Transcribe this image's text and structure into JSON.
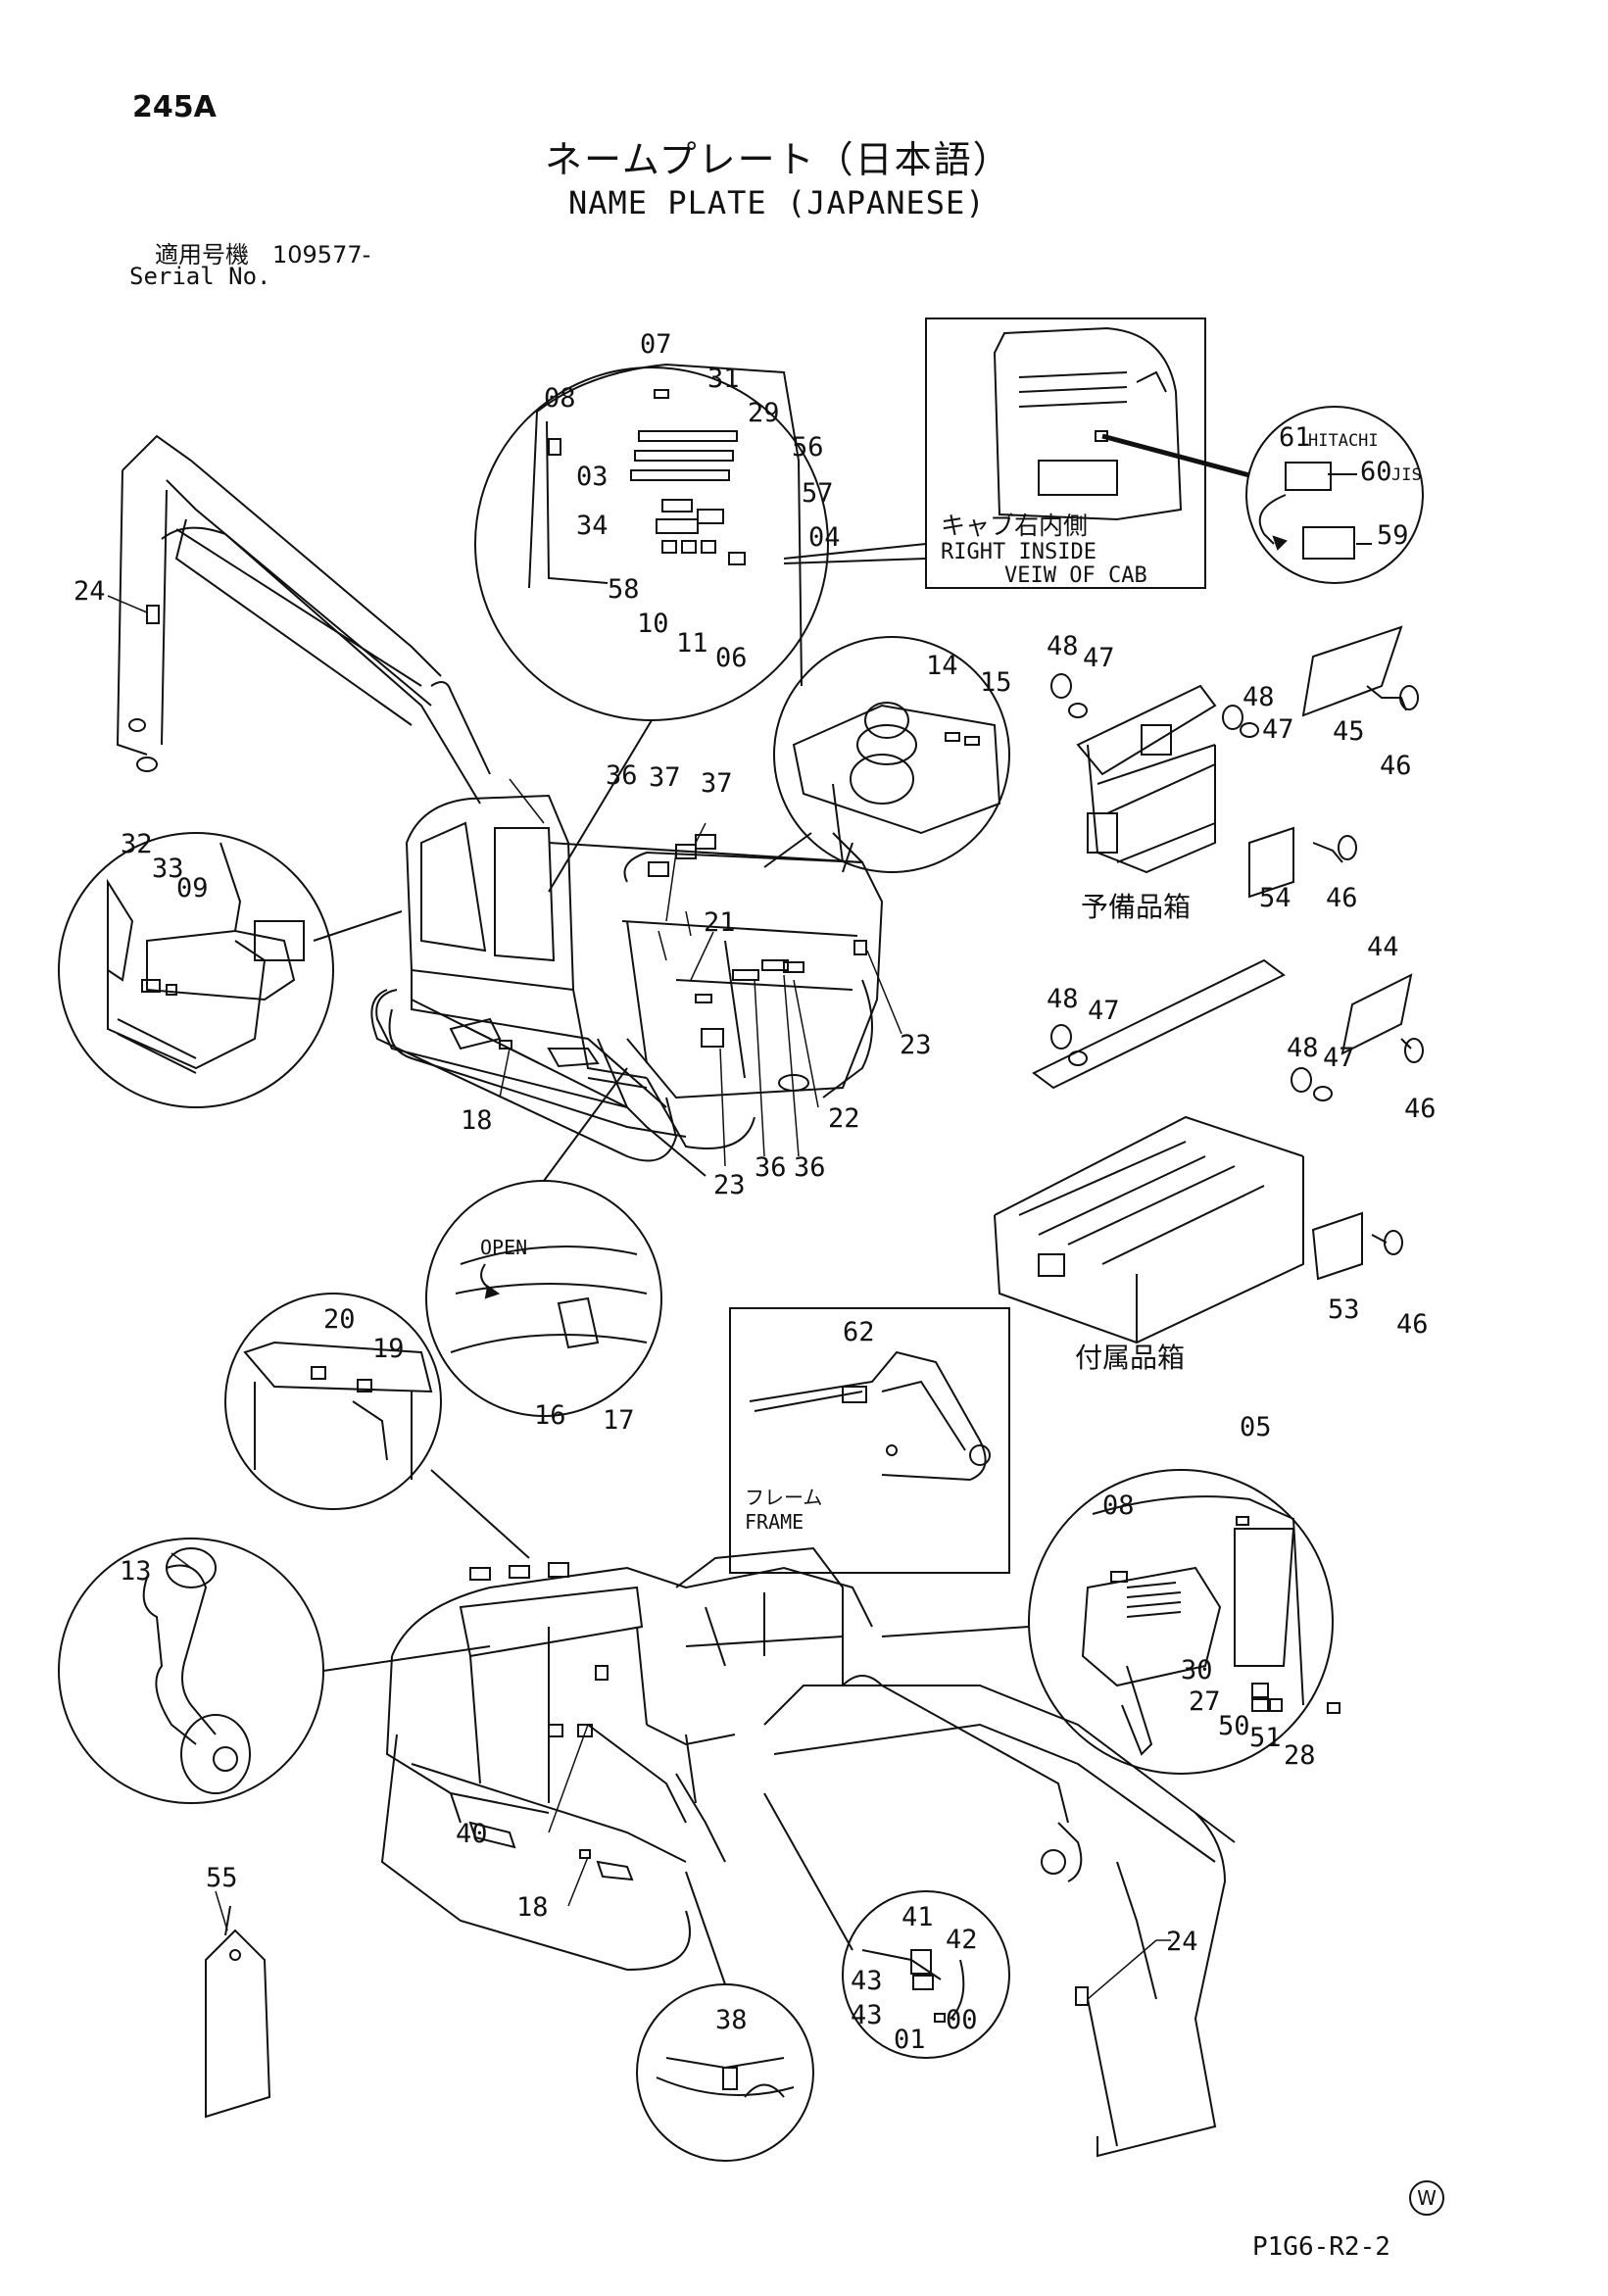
{
  "header": {
    "page_code": "245A",
    "title_jp": "ネームプレート（日本語）",
    "title_en": "NAME PLATE (JAPANESE)",
    "serial_label_jp": "適用号機　109577-",
    "serial_label_en": "Serial No."
  },
  "footer": {
    "drawing_code": "P1G6-R2-2",
    "w_mark": "W"
  },
  "captions": {
    "cab_jp": "キャブ右内側",
    "cab_en_1": "RIGHT  INSIDE",
    "cab_en_2": "VEIW  OF  CAB",
    "spare_box": "予備品箱",
    "tool_box": "付属品箱",
    "open": "OPEN",
    "frame_jp": "フレーム",
    "frame_en": "FRAME",
    "hitachi": "HITACHI",
    "jis": "JIS"
  },
  "part_numbers": {
    "p07": "07",
    "p08": "08",
    "p31": "31",
    "p29": "29",
    "p56": "56",
    "p03": "03",
    "p57": "57",
    "p34": "34",
    "p04": "04",
    "p58": "58",
    "p10": "10",
    "p11": "11",
    "p06": "06",
    "p61": "61",
    "p60": "60",
    "p59": "59",
    "p24a": "24",
    "p24b": "24",
    "p48a": "48",
    "p47a": "47",
    "p48b": "48",
    "p47b": "47",
    "p45": "45",
    "p46a": "46",
    "p14": "14",
    "p15": "15",
    "p36a": "36",
    "p37a": "37",
    "p37b": "37",
    "p21": "21",
    "p54": "54",
    "p46b": "46",
    "p32": "32",
    "p33": "33",
    "p09": "09",
    "p23a": "23",
    "p23b": "23",
    "p36b": "36",
    "p36c": "36",
    "p22": "22",
    "p18a": "18",
    "p18b": "18",
    "p44": "44",
    "p48c": "48",
    "p47c": "47",
    "p48d": "48",
    "p47d": "47",
    "p46c": "46",
    "p46d": "46",
    "p53": "53",
    "p16": "16",
    "p17": "17",
    "p20": "20",
    "p19": "19",
    "p62": "62",
    "p05": "05",
    "p13": "13",
    "p30": "30",
    "p27": "27",
    "p50": "50",
    "p51": "51",
    "p28": "28",
    "p40": "40",
    "p55": "55",
    "p41": "41",
    "p42": "42",
    "p43a": "43",
    "p43b": "43",
    "p01": "01",
    "p00": "00",
    "p38": "38"
  }
}
